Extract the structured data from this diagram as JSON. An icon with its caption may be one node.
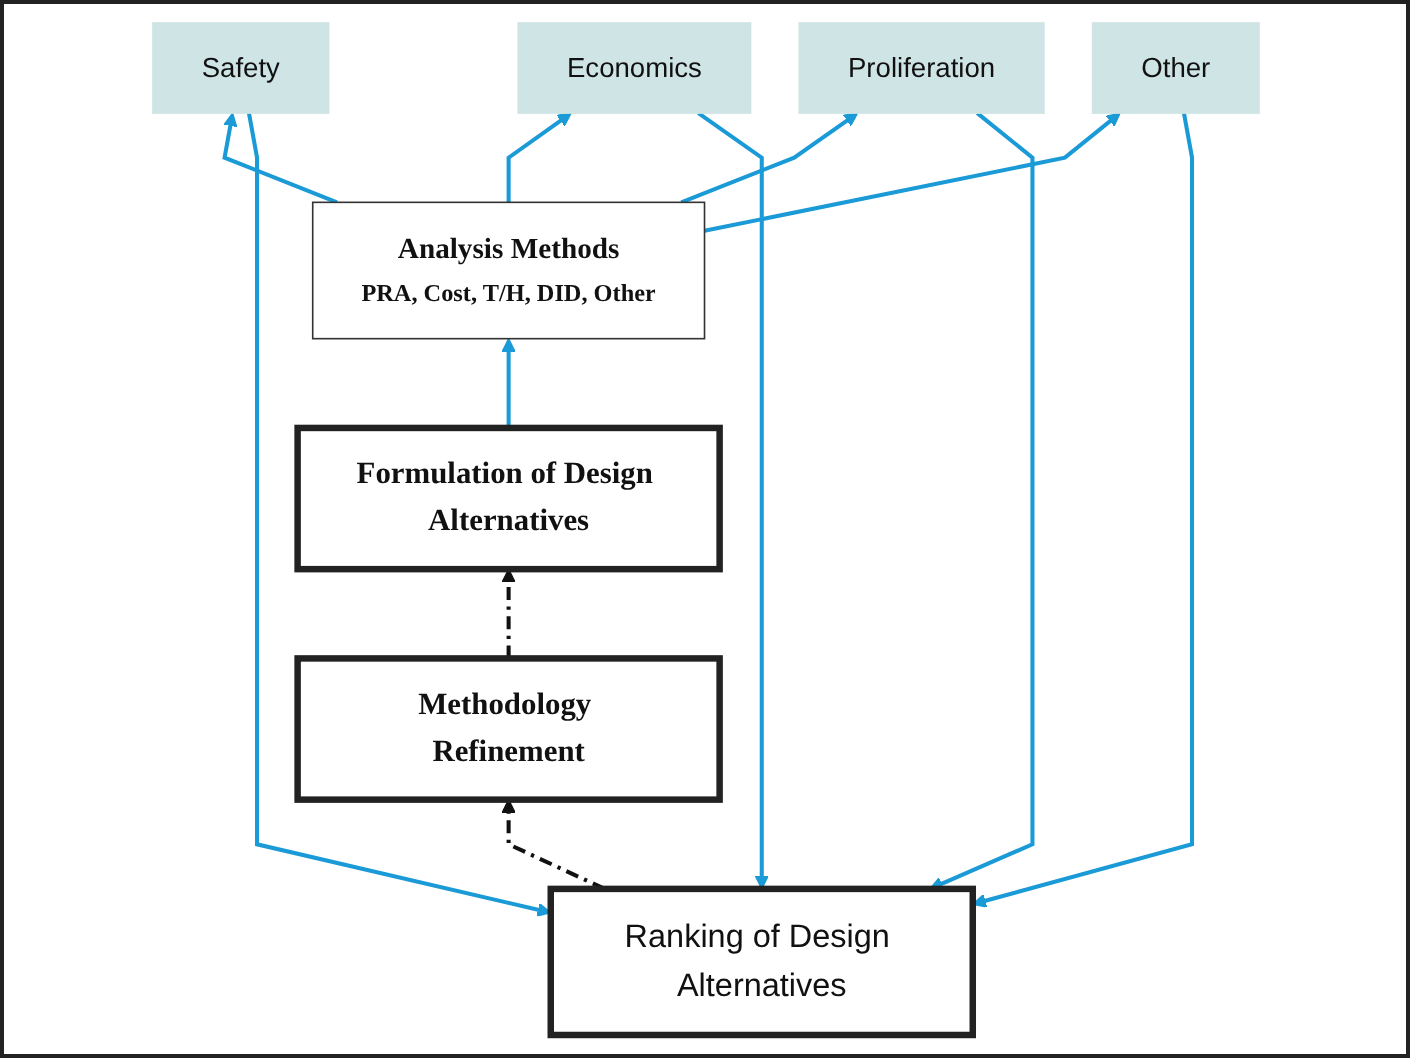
{
  "diagram": {
    "nodes": [
      {
        "text": [
          "Ranking of Design Alternatives"
        ]
      },
      {
        "text": [
          "Safety"
        ]
      },
      {
        "text": [
          "Economics"
        ]
      },
      {
        "text": [
          "Proliferation"
        ]
      },
      {
        "text": [
          "Other"
        ]
      },
      {
        "text": [
          "Analysis Methods",
          "PRA, Cost, T/H, DID, Other"
        ]
      },
      {
        "text": [
          "Methodology Refinement"
        ]
      },
      {
        "text": [
          "Formulation of Design Alternatives"
        ]
      }
    ],
    "edges": [
      {
        "from": 7,
        "to": 5,
        "arrow": "to"
      },
      {
        "from": 5,
        "to": 1,
        "arrow": "to"
      },
      {
        "from": 5,
        "to": 2,
        "arrow": "to"
      },
      {
        "from": 5,
        "to": 3,
        "arrow": "to"
      },
      {
        "from": 5,
        "to": 4,
        "arrow": "to"
      },
      {
        "from": 1,
        "to": 0,
        "arrow": "to"
      },
      {
        "from": 2,
        "to": 0,
        "arrow": "to"
      },
      {
        "from": 3,
        "to": 0,
        "arrow": "to"
      },
      {
        "from": 4,
        "to": 0,
        "arrow": "to"
      },
      {
        "from": 0,
        "to": 6,
        "arrow": "to",
        "style": "dashed",
        "color": "#111111"
      },
      {
        "from": 6,
        "to": 7,
        "arrow": "to",
        "style": "dashed",
        "color": "#111111"
      }
    ]
  }
}
